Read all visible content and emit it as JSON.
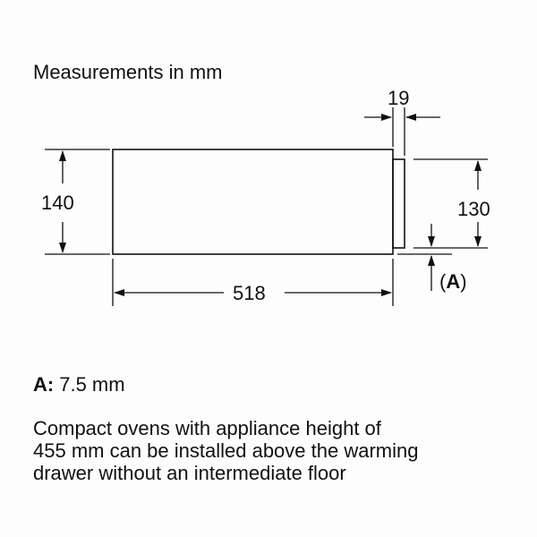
{
  "title": "Measurements in mm",
  "dimensions": {
    "front_panel": "19",
    "height_total": "140",
    "height_front": "130",
    "width": "518",
    "gap_label": "(A)",
    "gap_letter": "A"
  },
  "notes": {
    "a_key": "A:",
    "a_value": "7.5 mm",
    "main_lines": [
      "Compact ovens with appliance height of",
      "455 mm can be installed above the warming",
      "drawer without an intermediate floor"
    ]
  }
}
